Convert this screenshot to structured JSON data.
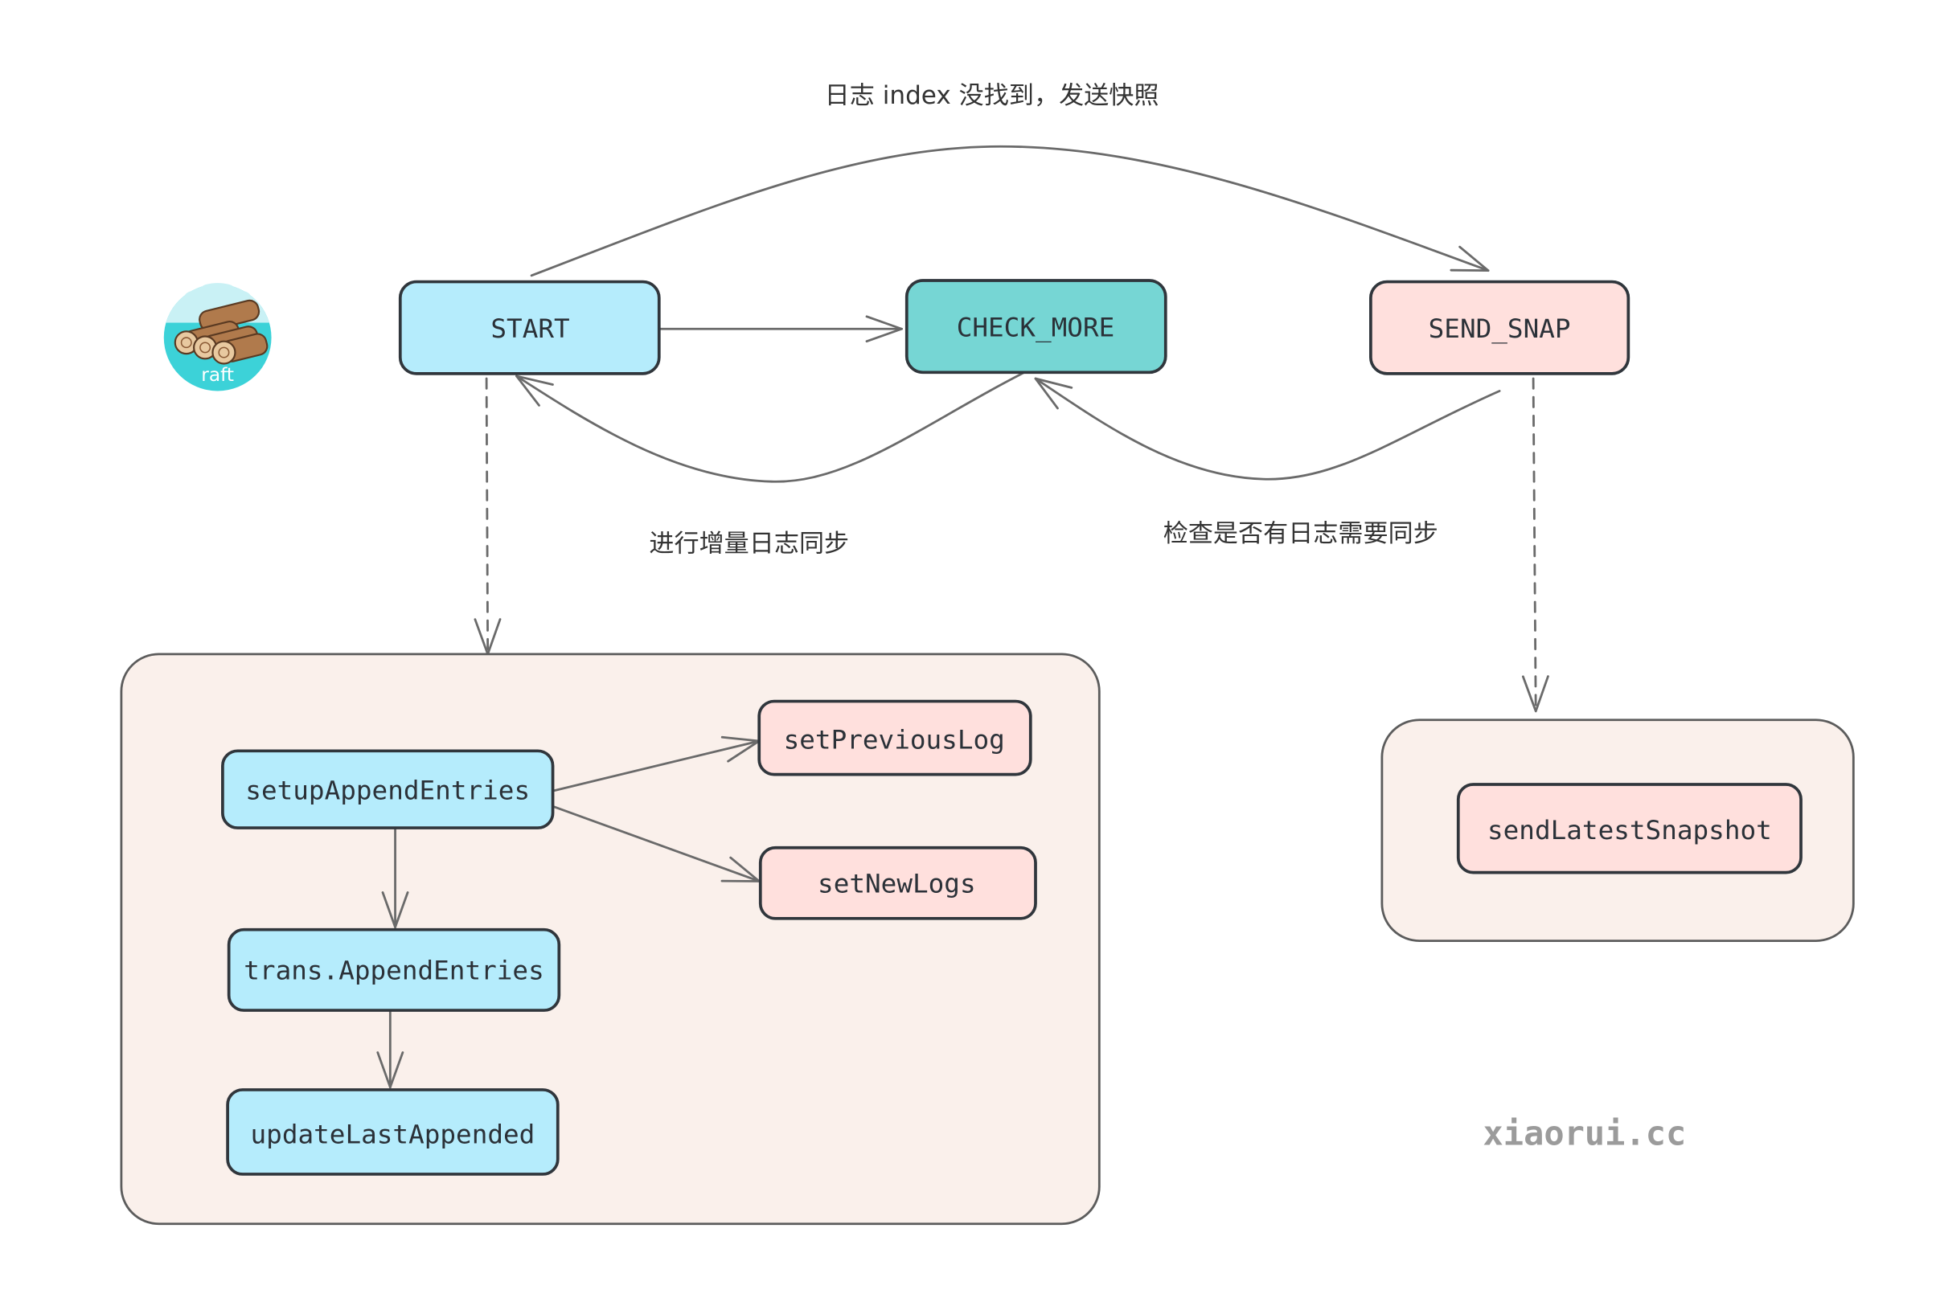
{
  "diagram": {
    "top_label": "日志 index 没找到，发送快照",
    "logo": {
      "icon": "raft-logs-icon",
      "text": "raft"
    },
    "states": {
      "start": "START",
      "check_more": "CHECK_MORE",
      "send_snap": "SEND_SNAP"
    },
    "edge_labels": {
      "incremental_sync": "进行增量日志同步",
      "check_sync": "检查是否有日志需要同步"
    },
    "append_group": {
      "setup": "setupAppendEntries",
      "set_previous": "setPreviousLog",
      "set_new": "setNewLogs",
      "trans": "trans.AppendEntries",
      "update": "updateLastAppended"
    },
    "snapshot_group": {
      "send": "sendLatestSnapshot"
    },
    "watermark": "xiaorui.cc"
  },
  "colors": {
    "node_blue": "#b5ecfc",
    "node_teal": "#76d6d4",
    "node_pink": "#ffe0dd",
    "container": "#faf0eb",
    "logo_teal": "#3cd2d8",
    "logo_light": "#c9f1f5",
    "log_body": "#b07a4c",
    "log_end": "#e8c9a0"
  }
}
